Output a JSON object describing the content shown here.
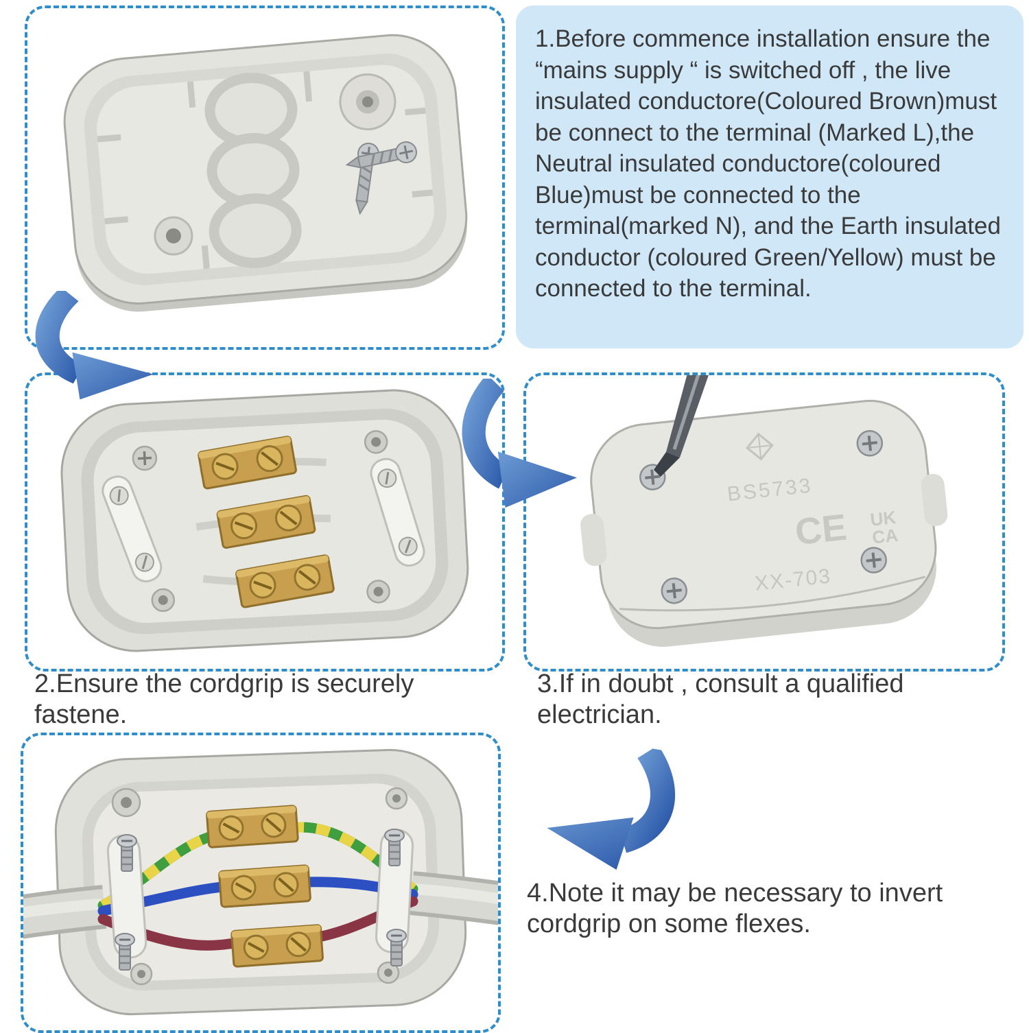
{
  "colors": {
    "dashed_border": "#2F8DCB",
    "instruction_panel_bg": "#CFE7F7",
    "text": "#3A3A3A",
    "arrow_blue_dark": "#2F5CAB",
    "arrow_blue_light": "#6D9BD4",
    "brass_terminal": "#C89F4E",
    "plastic_gray": "#E4E4DF",
    "wire_green": "#3F9E3F",
    "wire_yellow": "#E8D446",
    "wire_blue": "#2C4FC2",
    "wire_maroon": "#8A3546"
  },
  "instructions": {
    "step1": "1.Before commence installation ensure the “mains supply “ is switched off , the live insulated conductore(Coloured Brown)must be connect to the terminal (Marked L),the Neutral insulated conductore(coloured Blue)must be connected to the terminal(marked N), and the Earth insulated conductor (coloured Green/Yellow) must be connected to the terminal.",
    "step2": "2.Ensure the cordgrip is securely fastene.",
    "step3": "3.If in doubt , consult a qualified electrician.",
    "step4": "4.Note it may be necessary to invert cordgrip on some flexes."
  },
  "figures": {
    "cover": {
      "label": "junction-box-cover-with-screws"
    },
    "base": {
      "label": "junction-box-base-with-brass-terminals"
    },
    "back": {
      "label": "assembled-junction-box-with-screwdriver",
      "markings": {
        "standard": "BS5733",
        "ce": "CE",
        "ukca_top": "UK",
        "ukca_bottom": "CA",
        "model": "XX-703"
      }
    },
    "wired": {
      "label": "junction-box-with-wires-connected"
    }
  }
}
